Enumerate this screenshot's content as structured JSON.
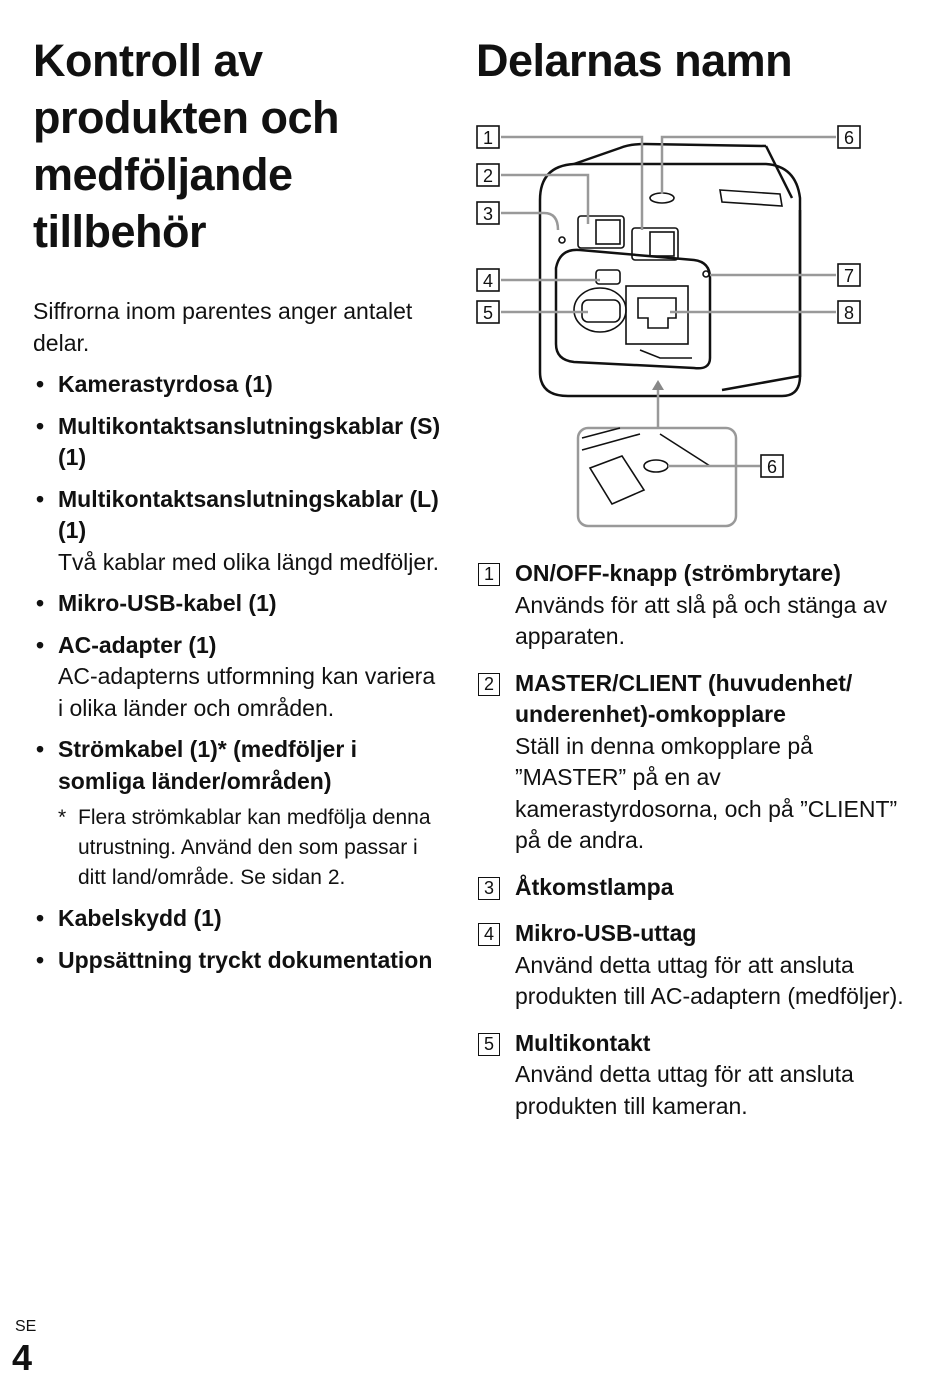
{
  "left": {
    "title_lines": [
      "Kontroll av",
      "produkten och",
      "medföljande",
      "tillbehör"
    ],
    "intro": "Siffrorna inom parentes anger antalet delar.",
    "items": [
      {
        "title": "Kamerastyrdosa (1)",
        "desc": ""
      },
      {
        "title": "Multikontaktsanslutningskablar (S) (1)",
        "desc": ""
      },
      {
        "title": "Multikontaktsanslutningskablar (L) (1)",
        "desc": "Två kablar med olika längd medföljer."
      },
      {
        "title": "Mikro-USB-kabel (1)",
        "desc": ""
      },
      {
        "title": "AC-adapter (1)",
        "desc": "AC-adapterns utformning kan variera i olika länder och områden."
      },
      {
        "title": "Strömkabel (1)* (medföljer i somliga länder/områden)",
        "desc": ""
      },
      {
        "title": "Kabelskydd (1)",
        "desc": ""
      },
      {
        "title": "Uppsättning tryckt dokumentation",
        "desc": ""
      }
    ],
    "footnote_mark": "*",
    "footnote": "Flera strömkablar kan medfölja denna utrustning. Använd den som passar i ditt land/område. Se sidan 2.",
    "bullet": "•"
  },
  "right": {
    "title": "Delarnas namn",
    "callouts": [
      "1",
      "2",
      "3",
      "4",
      "5",
      "6",
      "7",
      "8",
      "6"
    ],
    "parts": [
      {
        "num": "1",
        "title": "ON/OFF-knapp (strömbrytare)",
        "desc": "Används för att slå på och stänga av apparaten."
      },
      {
        "num": "2",
        "title": "MASTER/CLIENT (huvudenhet/ underenhet)-omkopplare",
        "desc": "Ställ in denna omkopplare på ”MASTER” på en av kamerastyrdosorna, och på ”CLIENT” på de andra."
      },
      {
        "num": "3",
        "title": "Åtkomstlampa",
        "desc": ""
      },
      {
        "num": "4",
        "title": "Mikro-USB-uttag",
        "desc": "Använd detta uttag för att ansluta produkten till AC-adaptern (medföljer)."
      },
      {
        "num": "5",
        "title": "Multikontakt",
        "desc": "Använd detta uttag för att ansluta produkten till kameran."
      }
    ]
  },
  "footer": {
    "lang": "SE",
    "page": "4"
  }
}
